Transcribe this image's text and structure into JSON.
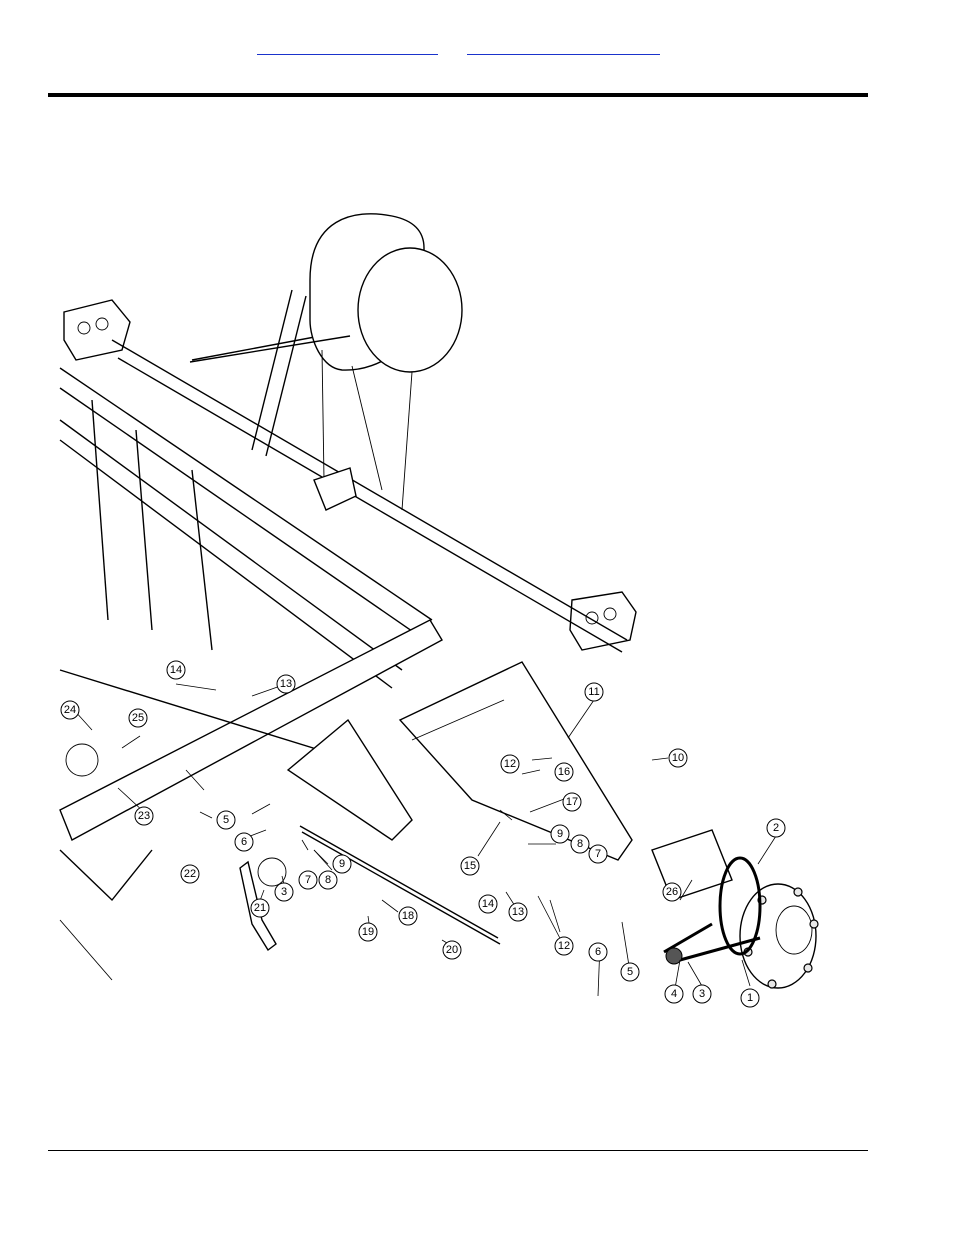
{
  "header": {
    "link_left": "",
    "link_right": ""
  },
  "callouts": [
    {
      "id": "c1",
      "label": "1"
    },
    {
      "id": "c2",
      "label": "2"
    },
    {
      "id": "c3a",
      "label": "3"
    },
    {
      "id": "c3b",
      "label": "3"
    },
    {
      "id": "c4",
      "label": "4"
    },
    {
      "id": "c5a",
      "label": "5"
    },
    {
      "id": "c5b",
      "label": "5"
    },
    {
      "id": "c6a",
      "label": "6"
    },
    {
      "id": "c6b",
      "label": "6"
    },
    {
      "id": "c7a",
      "label": "7"
    },
    {
      "id": "c7b",
      "label": "7"
    },
    {
      "id": "c8a",
      "label": "8"
    },
    {
      "id": "c8b",
      "label": "8"
    },
    {
      "id": "c9a",
      "label": "9"
    },
    {
      "id": "c9b",
      "label": "9"
    },
    {
      "id": "c10",
      "label": "10"
    },
    {
      "id": "c11",
      "label": "11"
    },
    {
      "id": "c12a",
      "label": "12"
    },
    {
      "id": "c12b",
      "label": "12"
    },
    {
      "id": "c13a",
      "label": "13"
    },
    {
      "id": "c13b",
      "label": "13"
    },
    {
      "id": "c14a",
      "label": "14"
    },
    {
      "id": "c14b",
      "label": "14"
    },
    {
      "id": "c15",
      "label": "15"
    },
    {
      "id": "c16",
      "label": "16"
    },
    {
      "id": "c17",
      "label": "17"
    },
    {
      "id": "c18",
      "label": "18"
    },
    {
      "id": "c19",
      "label": "19"
    },
    {
      "id": "c20",
      "label": "20"
    },
    {
      "id": "c21",
      "label": "21"
    },
    {
      "id": "c22",
      "label": "22"
    },
    {
      "id": "c23",
      "label": "23"
    },
    {
      "id": "c24",
      "label": "24"
    },
    {
      "id": "c25",
      "label": "25"
    },
    {
      "id": "c26",
      "label": "26"
    }
  ]
}
